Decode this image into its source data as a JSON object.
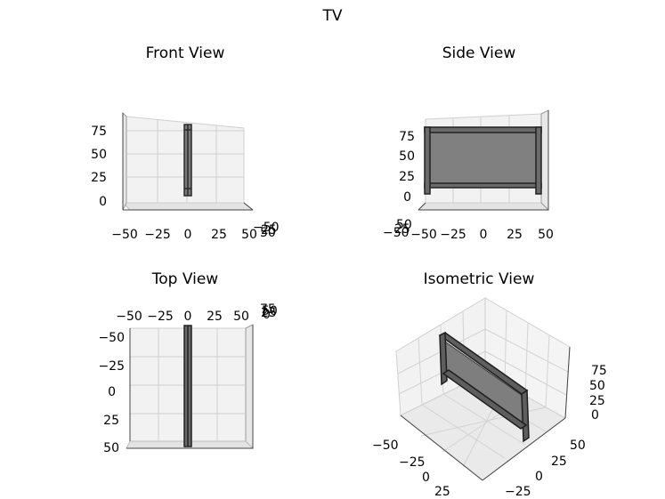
{
  "figure": {
    "title": "TV"
  },
  "views": {
    "front": {
      "title": "Front View",
      "x_ticks": [
        "−50",
        "−25",
        "0",
        "25",
        "50"
      ],
      "z_ticks": [
        "75",
        "50",
        "25",
        "0"
      ],
      "depth_ticks": [
        "−50",
        "25",
        "50"
      ]
    },
    "side": {
      "title": "Side View",
      "y_ticks": [
        "−50",
        "−25",
        "0",
        "25",
        "50"
      ],
      "z_ticks": [
        "75",
        "50",
        "25",
        "0"
      ],
      "depth_ticks": [
        "50",
        "25",
        "−50"
      ]
    },
    "top": {
      "title": "Top View",
      "x_ticks": [
        "−50",
        "−25",
        "0",
        "25",
        "50"
      ],
      "y_ticks": [
        "−50",
        "−25",
        "0",
        "25",
        "50"
      ],
      "depth_ticks": [
        "75",
        "50",
        "25",
        "0"
      ]
    },
    "iso": {
      "title": "Isometric View",
      "z_ticks": [
        "75",
        "50",
        "25",
        "0"
      ],
      "x_ticks": [
        "−50",
        "−25",
        "0",
        "25"
      ],
      "y_ticks": [
        "50",
        "25",
        "0",
        "−25"
      ]
    }
  },
  "colors": {
    "pane": "#f2f2f2",
    "pane_dark": "#e3e3e3",
    "grid": "#cfcfcf",
    "frame": "#3a3a3a",
    "screen": "#808080"
  }
}
